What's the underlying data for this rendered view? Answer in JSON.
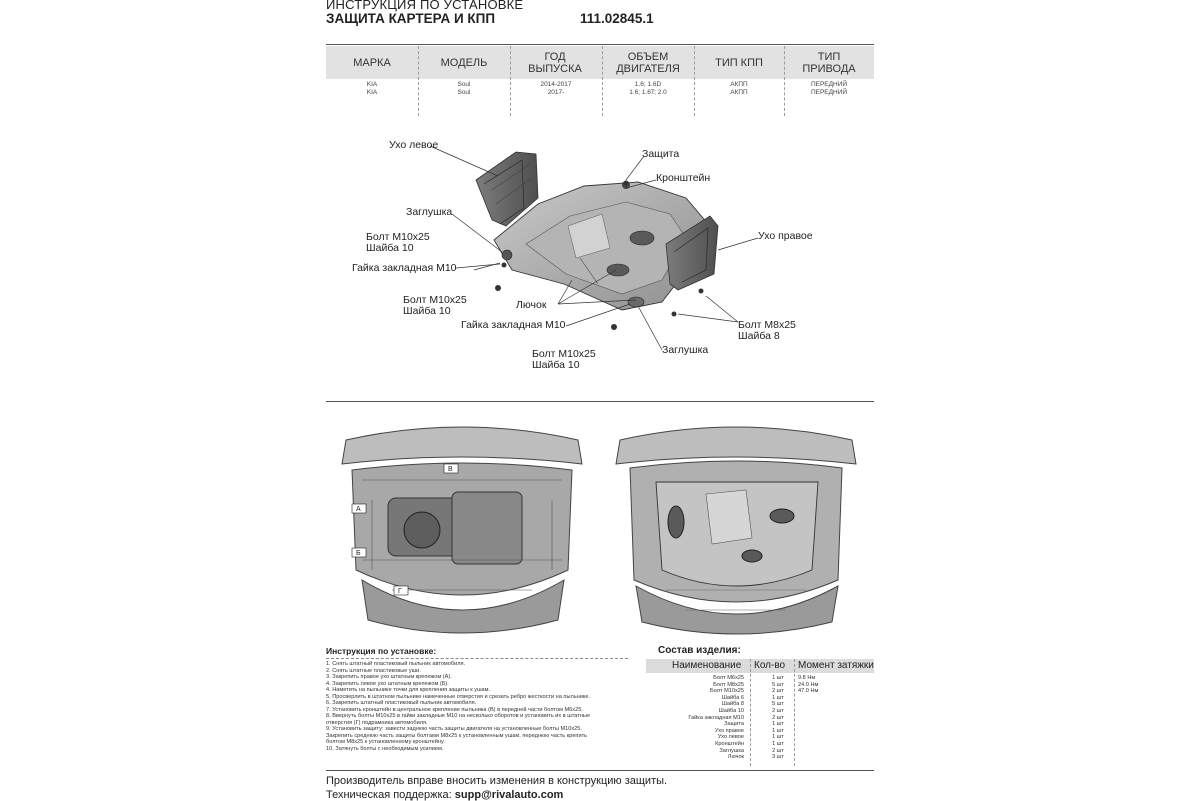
{
  "header": {
    "line1": "ИНСТРУКЦИЯ ПО УСТАНОВКЕ",
    "line2": "ЗАЩИТА КАРТЕРА И КПП",
    "code": "111.02845.1"
  },
  "spec_table": {
    "columns": [
      "МАРКА",
      "МОДЕЛЬ",
      "ГОД ВЫПУСКА",
      "ОБЪЕМ ДВИГАТЕЛЯ",
      "ТИП КПП",
      "ТИП ПРИВОДА"
    ],
    "rows": [
      [
        "KIA",
        "Soul",
        "2014-2017",
        "1.6; 1.6D",
        "АКПП",
        "ПЕРЕДНИЙ"
      ],
      [
        "KIA",
        "Soul",
        "2017-",
        "1.6; 1.6T; 2.0",
        "АКПП",
        "ПЕРЕДНИЙ"
      ]
    ]
  },
  "diagram_labels": {
    "ear_left": "Ухо левое",
    "guard": "Защита",
    "bracket": "Кронштейн",
    "plug": "Заглушка",
    "bolt_m10": "Болт М10х25",
    "washer_10": "Шайба 10",
    "nut_m10": "Гайка закладная М10",
    "ear_right": "Ухо правое",
    "hatch": "Лючок",
    "bolt_m8": "Болт М8х25",
    "washer_8": "Шайба 8"
  },
  "photo_markers": [
    "A",
    "Б",
    "В",
    "Г"
  ],
  "instructions": {
    "heading": "Инструкция по установке:",
    "steps": [
      "1. Снять штатный пластиковый пыльник автомобиля.",
      "2. Снять штатные пластиковые уши.",
      "3. Закрепить правое ухо штатным крепежом (А).",
      "4. Закрепить левое ухо штатным крепежом (Б).",
      "4. Наметить на пыльнике точки для крепления защиты к ушам.",
      "5. Просверлить в штатном пыльнике намеченные отверстия и срезать ребро жесткости на пыльнике.",
      "6. Закрепить штатный пластиковый пыльник автомобиля.",
      "7. Установить кронштейн в центральное крепление пыльника (В) в передней части болтом М6х25.",
      "8. Ввернуть болты М10х25 в гайки закладные М10 на несколько оборотов и установить их в штатные",
      "отверстия (Г) подрамника автомобиля.",
      "9. Установить защиту: завести заднюю часть защиты двигателя на установленные болты М10х25.",
      "Закрепить среднюю часть защиты болтами М8х25 к установленным ушам, переднюю часть крепить",
      "болтом М8х25 к установленному кронштейну.",
      "10. Затянуть болты с необходимым усилием."
    ]
  },
  "components": {
    "heading": "Состав изделия:",
    "columns": [
      "Наименование",
      "Кол-во",
      "Момент затяжки"
    ],
    "rows": [
      {
        "name": "Болт М6х25",
        "qty": "1 шт",
        "torque": "9.8 Нм"
      },
      {
        "name": "Болт М8х25",
        "qty": "5 шт",
        "torque": "24.0 Нм"
      },
      {
        "name": "Болт М10х25",
        "qty": "2 шт",
        "torque": "47.0 Нм"
      },
      {
        "name": "Шайба 6",
        "qty": "1 шт",
        "torque": ""
      },
      {
        "name": "Шайба 8",
        "qty": "5 шт",
        "torque": ""
      },
      {
        "name": "Шайба 10",
        "qty": "2 шт",
        "torque": ""
      },
      {
        "name": "Гайка закладная М10",
        "qty": "2 шт",
        "torque": ""
      },
      {
        "name": "Защита",
        "qty": "1 шт",
        "torque": ""
      },
      {
        "name": "Ухо правое",
        "qty": "1 шт",
        "torque": ""
      },
      {
        "name": "Ухо левое",
        "qty": "1 шт",
        "torque": ""
      },
      {
        "name": "Кронштейн",
        "qty": "1 шт",
        "torque": ""
      },
      {
        "name": "Заглушка",
        "qty": "2 шт",
        "torque": ""
      },
      {
        "name": "Лючок",
        "qty": "3 шт",
        "torque": ""
      }
    ]
  },
  "footer": {
    "notice": "Производитель вправе вносить изменения в конструкцию защиты.",
    "support_label": "Техническая поддержка:",
    "support_email": "supp@rivalauto.com"
  }
}
